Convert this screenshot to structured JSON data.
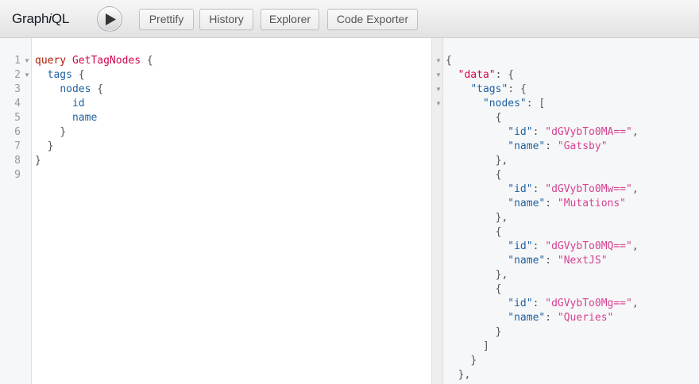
{
  "toolbar": {
    "title_prefix": "Graph",
    "title_italic": "i",
    "title_suffix": "QL",
    "buttons": [
      {
        "label": "Prettify"
      },
      {
        "label": "History"
      },
      {
        "label": "Explorer"
      },
      {
        "label": "Code Exporter"
      }
    ]
  },
  "query_editor": {
    "line_numbers": [
      "1",
      "2",
      "3",
      "4",
      "5",
      "6",
      "7",
      "8",
      "9"
    ],
    "lines": {
      "l1": {
        "keyword": "query",
        "name": "GetTagNodes",
        "brace": "{"
      },
      "l2": {
        "field": "tags",
        "brace": "{"
      },
      "l3": {
        "field": "nodes",
        "brace": "{"
      },
      "l4": {
        "field": "id"
      },
      "l5": {
        "field": "name"
      },
      "l6": {
        "brace": "}"
      },
      "l7": {
        "brace": "}"
      },
      "l8": {
        "brace": "}"
      }
    }
  },
  "result": {
    "open_brace": "{",
    "data_key": "\"data\"",
    "tags_key": "\"tags\"",
    "nodes_key": "\"nodes\"",
    "colon": ": ",
    "obj_open": "{",
    "arr_open": "[",
    "arr_close": "]",
    "obj_close": "}",
    "obj_close_comma": "},",
    "id_key": "\"id\"",
    "name_key": "\"name\"",
    "comma": ",",
    "nodes": [
      {
        "id": "\"dGVybTo0MA==\"",
        "name": "\"Gatsby\""
      },
      {
        "id": "\"dGVybTo0Mw==\"",
        "name": "\"Mutations\""
      },
      {
        "id": "\"dGVybTo0MQ==\"",
        "name": "\"NextJS\""
      },
      {
        "id": "\"dGVybTo0Mg==\"",
        "name": "\"Queries\""
      }
    ]
  }
}
